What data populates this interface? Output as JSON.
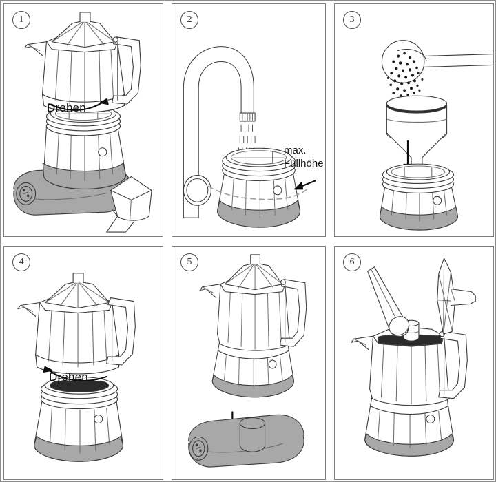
{
  "document": {
    "kind": "instruction-diagram",
    "subject": "Elektrische Espressokanne / Moka-Kanne",
    "language": "de",
    "panel_count": 6
  },
  "colors": {
    "outline": "#3a3a3a",
    "line_light": "#6f6f6f",
    "gray_fill": "#a8a8a8",
    "gray_fill_dark": "#9a9a9a",
    "coffee_dark": "#2b2b2b",
    "panel_border": "#7d7d7d",
    "sheet_border": "#8e8e8e",
    "white": "#ffffff",
    "dashed_guide": "#9d9d9d"
  },
  "panels": [
    {
      "id": "panel-1",
      "number": "1",
      "action": "unscrew-top-from-base",
      "labels": [
        {
          "name": "drehen-label-1",
          "text": "Drehen"
        }
      ],
      "parts": [
        "upper-pot",
        "lid",
        "handle",
        "spout",
        "boiler",
        "electric-base",
        "power-socket",
        "lid-cup"
      ],
      "arrow": {
        "name": "rotate-arrow-right",
        "direction": "curved-up-right"
      }
    },
    {
      "id": "panel-2",
      "number": "2",
      "action": "fill-boiler-with-water",
      "labels": [
        {
          "name": "max-fill-label",
          "text": "max.\nFüllhöhe"
        }
      ],
      "parts": [
        "faucet",
        "water-stream",
        "boiler",
        "max-fill-dashed-line",
        "safety-valve"
      ],
      "arrow": {
        "name": "fill-level-arrow",
        "direction": "left"
      }
    },
    {
      "id": "panel-3",
      "number": "3",
      "action": "add-ground-coffee-to-filter",
      "labels": [],
      "parts": [
        "coffee-scoop",
        "coffee-grounds",
        "filter-funnel",
        "boiler"
      ],
      "arrow": {
        "name": "insert-funnel-arrow",
        "direction": "down"
      }
    },
    {
      "id": "panel-4",
      "number": "4",
      "action": "screw-top-onto-base",
      "labels": [
        {
          "name": "drehen-label-4",
          "text": "Drehen"
        }
      ],
      "parts": [
        "upper-pot",
        "lid",
        "handle",
        "spout",
        "boiler-filled-with-coffee"
      ],
      "arrow": {
        "name": "rotate-arrow-left",
        "direction": "curved-up-left"
      }
    },
    {
      "id": "panel-5",
      "number": "5",
      "action": "place-pot-on-electric-base",
      "labels": [],
      "parts": [
        "assembled-pot",
        "electric-base",
        "base-contact-post",
        "power-socket"
      ],
      "arrow": {
        "name": "place-down-arrow",
        "direction": "down"
      }
    },
    {
      "id": "panel-6",
      "number": "6",
      "action": "open-lid-and-stir-coffee",
      "labels": [],
      "parts": [
        "assembled-pot",
        "open-lid",
        "spoon",
        "brewed-coffee",
        "chimney-spout"
      ],
      "arrow": null
    }
  ]
}
